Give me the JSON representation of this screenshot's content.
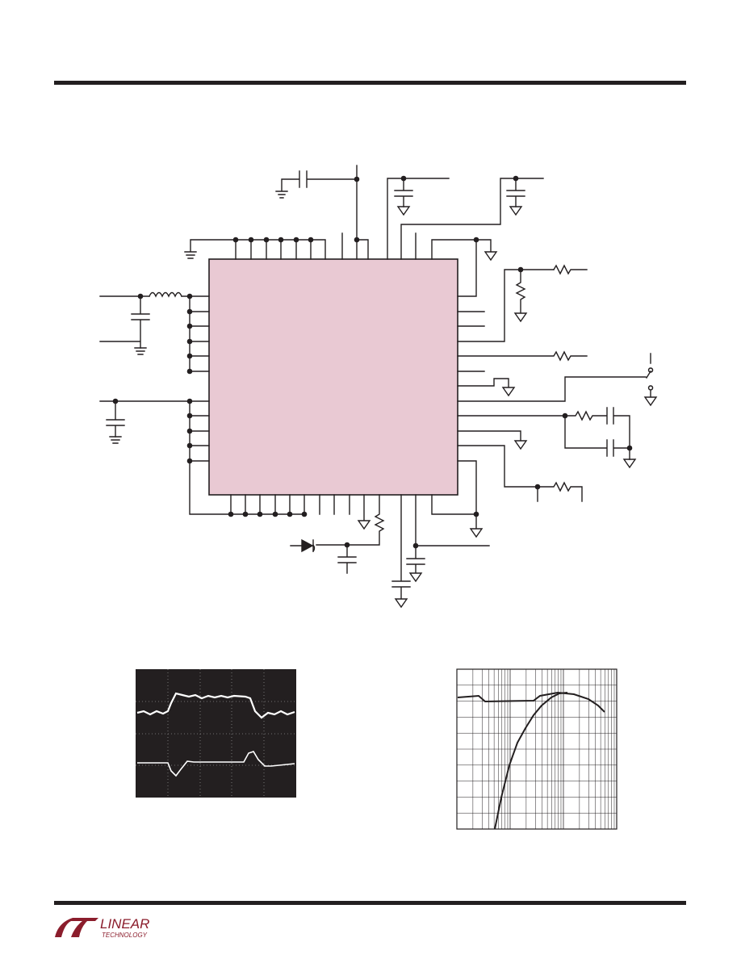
{
  "page": {
    "background": "#ffffff",
    "rule_color": "#231f20"
  },
  "schematic": {
    "ic_fill": "#e9c9d3",
    "wire_color": "#231f20"
  },
  "scope_trace": {
    "screen_color": "#231f20",
    "trace_color": "#ffffff"
  },
  "bode_plot": {
    "grid_color": "#231f20",
    "curve_color": "#231f20"
  },
  "footer": {
    "logo_icon": "linear-technology-logo",
    "logo_text": "LINEAR",
    "logo_subtext": "TECHNOLOGY",
    "logo_color": "#8b1d2c"
  }
}
